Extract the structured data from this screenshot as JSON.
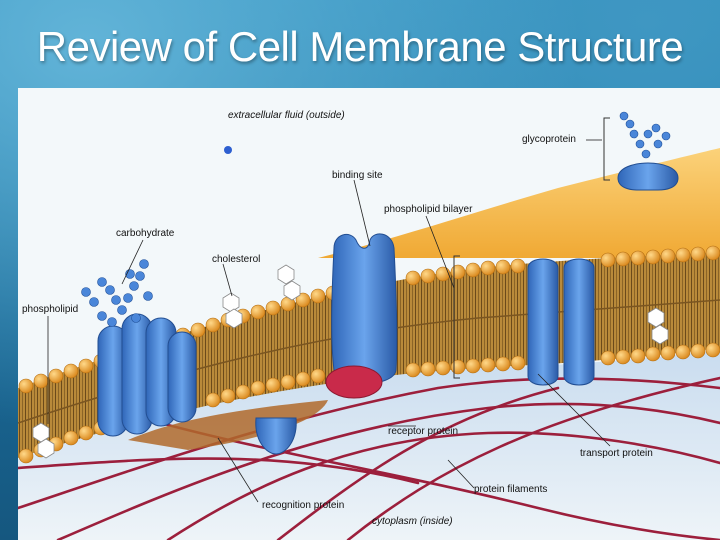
{
  "slide": {
    "title": "Review of Cell Membrane Structure"
  },
  "diagram": {
    "labels": {
      "extracellular": "extracellular fluid (outside)",
      "glycoprotein": "glycoprotein",
      "binding_site": "binding site",
      "phospholipid_bilayer": "phospholipid bilayer",
      "carbohydrate": "carbohydrate",
      "cholesterol": "cholesterol",
      "phospholipid": "phospholipid",
      "receptor_protein": "receptor protein",
      "transport_protein": "transport protein",
      "protein_filaments": "protein filaments",
      "recognition_protein": "recognition protein",
      "cytoplasm": "cytoplasm (inside)"
    }
  },
  "colors": {
    "slide_background": "#1c6f9c",
    "title_text": "#ffffff",
    "phospholipid_head": "#e8a02a",
    "phospholipid_tail": "#c99a3c",
    "protein": "#3d7fd6",
    "carbohydrate": "#4a86d9",
    "cholesterol": "#ffffff",
    "protein_filament": "#9c1f3c",
    "extracellular_bulge": "#f4b850",
    "cytoplasm": "#e3eef6"
  }
}
